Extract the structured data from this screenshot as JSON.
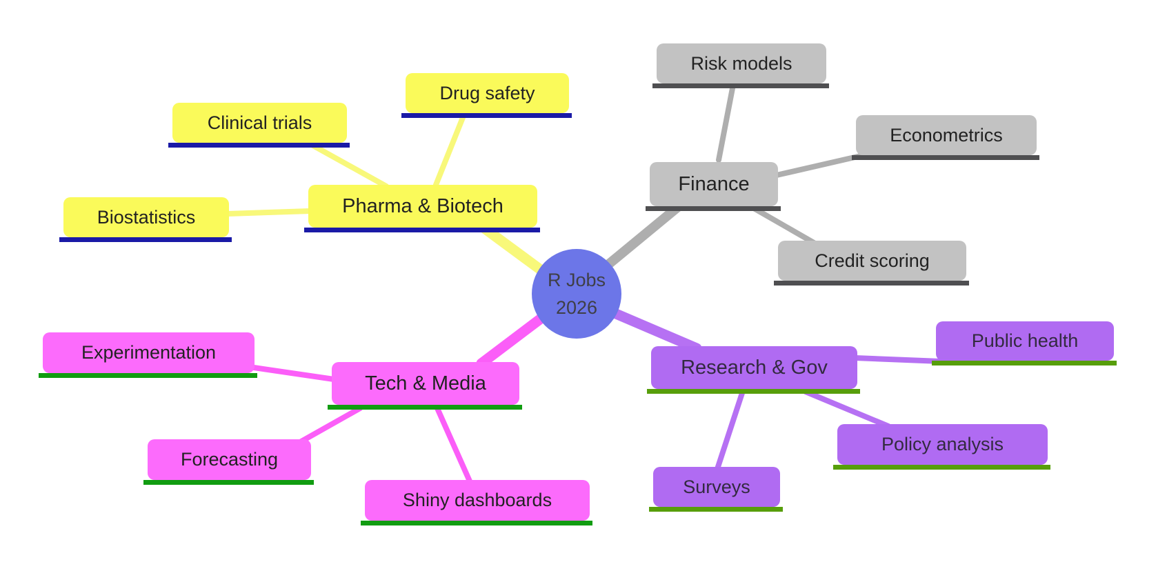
{
  "diagram": {
    "title": "R Jobs 2026 mind map",
    "center": {
      "line1": "R Jobs",
      "line2": "2026",
      "fill": "#6c76e8"
    },
    "branches": [
      {
        "label": "Pharma & Biotech",
        "fill": "#fafa5a",
        "line_color": "#f8f87a",
        "underline_color": "#1a1aa6",
        "children": [
          "Clinical trials",
          "Drug safety",
          "Biostatistics"
        ]
      },
      {
        "label": "Finance",
        "fill": "#c2c2c2",
        "line_color": "#aeaeae",
        "underline_color": "#4f4f51",
        "children": [
          "Risk models",
          "Econometrics",
          "Credit scoring"
        ]
      },
      {
        "label": "Tech & Media",
        "fill": "#fc6bfc",
        "line_color": "#fb5ef8",
        "underline_color": "#119c11",
        "children": [
          "Experimentation",
          "Forecasting",
          "Shiny dashboards"
        ]
      },
      {
        "label": "Research & Gov",
        "fill": "#b06bf2",
        "line_color": "#b671f3",
        "underline_color": "#579e0b",
        "children": [
          "Public health",
          "Policy analysis",
          "Surveys"
        ]
      }
    ]
  }
}
